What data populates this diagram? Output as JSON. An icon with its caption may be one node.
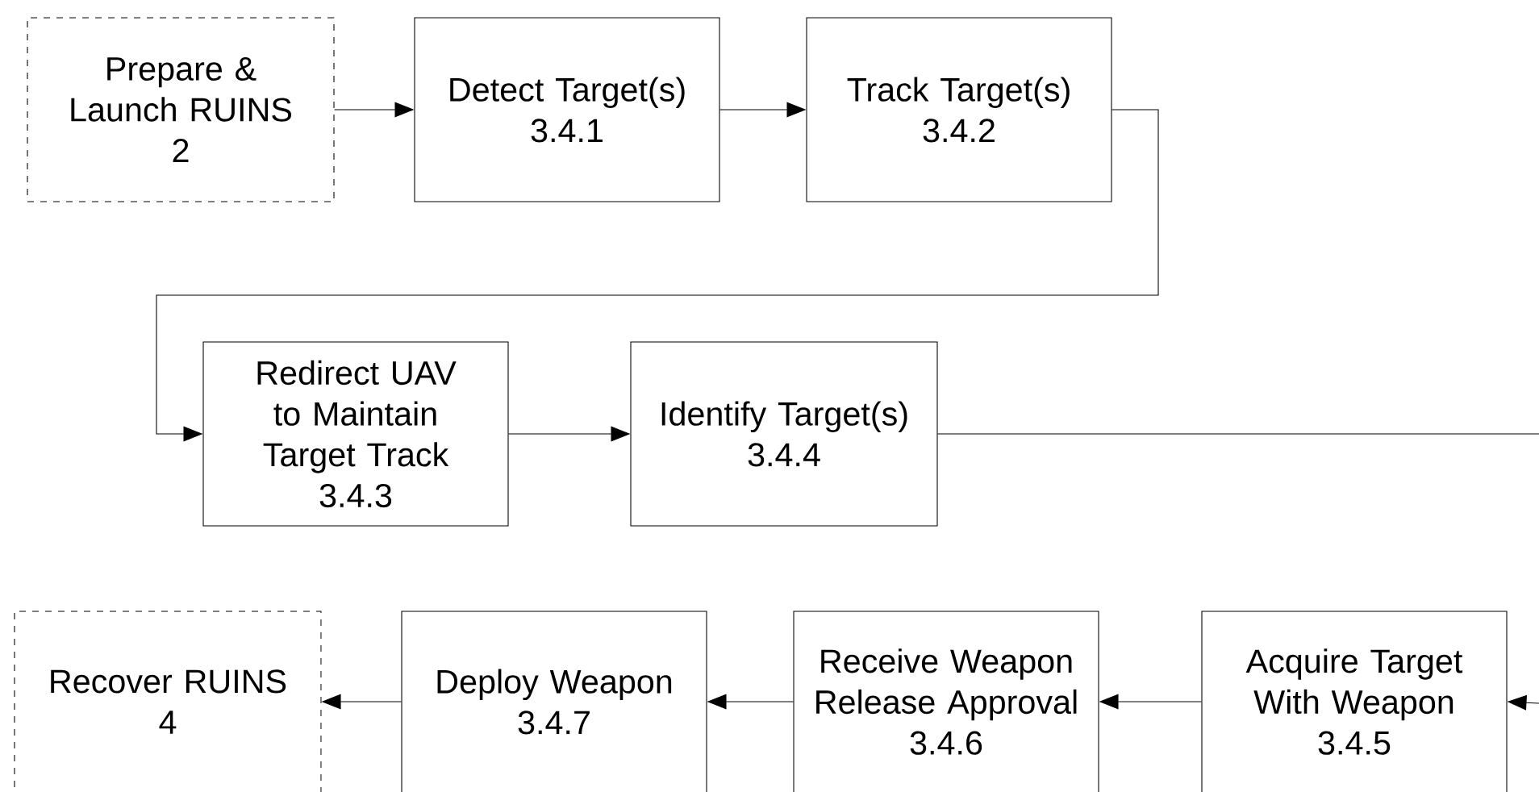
{
  "diagram": {
    "nodes": [
      {
        "text": [
          "Prepare & Launch RUINS",
          "2"
        ]
      },
      {
        "text": [
          "Detect Target(s)",
          "3.4.1"
        ]
      },
      {
        "text": [
          "Track Target(s)",
          "3.4.2"
        ]
      },
      {
        "text": [
          "Redirect UAV to Maintain Target Track",
          "3.4.3"
        ]
      },
      {
        "text": [
          "Identify Target(s)",
          "3.4.4"
        ]
      },
      {
        "text": [
          "Recover RUINS",
          "4"
        ]
      },
      {
        "text": [
          "Deploy Weapon",
          "3.4.7"
        ]
      },
      {
        "text": [
          "Receive Weapon Release Approval",
          "3.4.6"
        ]
      },
      {
        "text": [
          "Acquire Target With Weapon",
          "3.4.5"
        ]
      }
    ],
    "edges": [
      {
        "from": 0,
        "to": 1,
        "arrow": "to"
      },
      {
        "from": 1,
        "to": 2,
        "arrow": "to"
      },
      {
        "from": 2,
        "to": 3,
        "arrow": "to"
      },
      {
        "from": 3,
        "to": 4,
        "arrow": "to"
      },
      {
        "from": 4,
        "to": null,
        "arrow": "none"
      },
      {
        "from": null,
        "to": 8,
        "arrow": "to"
      },
      {
        "from": 8,
        "to": 7,
        "arrow": "to"
      },
      {
        "from": 7,
        "to": 6,
        "arrow": "to"
      },
      {
        "from": 6,
        "to": 5,
        "arrow": "to"
      }
    ]
  }
}
